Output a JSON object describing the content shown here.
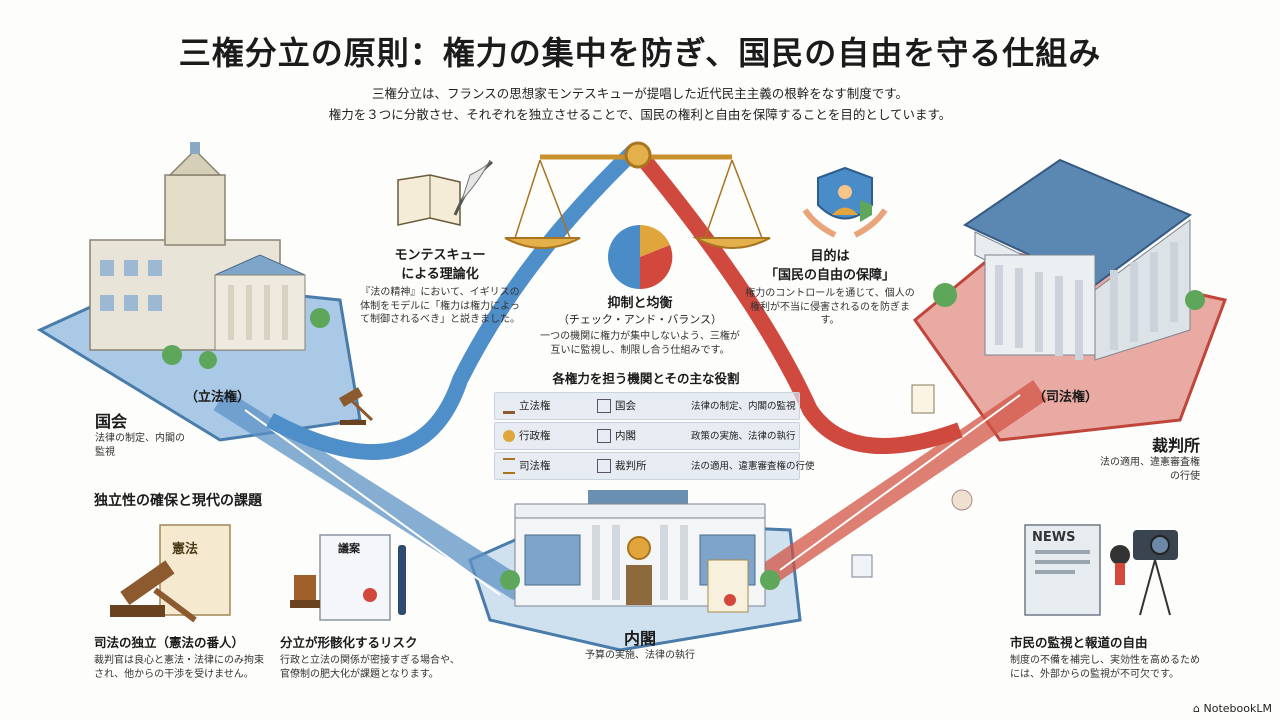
{
  "header": {
    "title": "三権分立の原則：権力の集中を防ぎ、国民の自由を守る仕組み",
    "subtitle_line1": "三権分立は、フランスの思想家モンテスキューが提唱した近代民主主義の根幹をなす制度です。",
    "subtitle_line2": "権力を３つに分散させ、それぞれを独立させることで、国民の権利と自由を保障することを目的としています。"
  },
  "montesquieu": {
    "title_line1": "モンテスキュー",
    "title_line2": "による理論化",
    "body": "『法の精神』において、イギリスの体制をモデルに「権力は権力によって制御されるべき」と説きました。"
  },
  "checks": {
    "title": "抑制と均衡",
    "subtitle": "（チェック・アンド・バランス）",
    "body": "一つの機関に権力が集中しないよう、三権が互いに監視し、制限し合う仕組みです。"
  },
  "purpose": {
    "title_line1": "目的は",
    "title_line2": "「国民の自由の保障」",
    "body": "権力のコントロールを通じて、個人の権利が不当に侵害されるのを防ぎます。"
  },
  "legislative": {
    "tag": "（立法権）",
    "name": "国会",
    "desc": "法律の制定、内閣の監視"
  },
  "judicial": {
    "tag": "（司法権）",
    "name": "裁判所",
    "desc": "法の適用、違憲審査権の行使"
  },
  "executive": {
    "name": "内閣",
    "desc": "予算の実施、法律の執行"
  },
  "roles": {
    "title": "各権力を担う機関とその主な役割",
    "rows": [
      {
        "power": "立法権",
        "organ": "国会",
        "role": "法律の制定、内閣の監視",
        "icon": "gavel-icon"
      },
      {
        "power": "行政権",
        "organ": "内閣",
        "role": "政策の実施、法律の執行",
        "icon": "coin-icon"
      },
      {
        "power": "司法権",
        "organ": "裁判所",
        "role": "法の適用、違憲審査権の行使",
        "icon": "scales-icon"
      }
    ]
  },
  "independence": {
    "title": "独立性の確保と現代の課題"
  },
  "judicial_independence": {
    "label": "憲法",
    "title": "司法の独立（憲法の番人）",
    "body": "裁判官は良心と憲法・法律にのみ拘束され、他からの干渉を受けません。"
  },
  "formalization": {
    "doc_label": "議案",
    "title": "分立が形骸化するリスク",
    "body": "行政と立法の関係が密接すぎる場合や、官僚制の肥大化が課題となります。"
  },
  "media": {
    "news_label": "NEWS",
    "title": "市民の監視と報道の自由",
    "body": "制度の不備を補完し、実効性を高めるためには、外部からの監視が不可欠です。"
  },
  "brand": {
    "name": "NotebookLM"
  },
  "colors": {
    "blue": "#4a8cc7",
    "red": "#d2483d",
    "gold": "#d9a13a",
    "platform": "#cfe0ef"
  }
}
